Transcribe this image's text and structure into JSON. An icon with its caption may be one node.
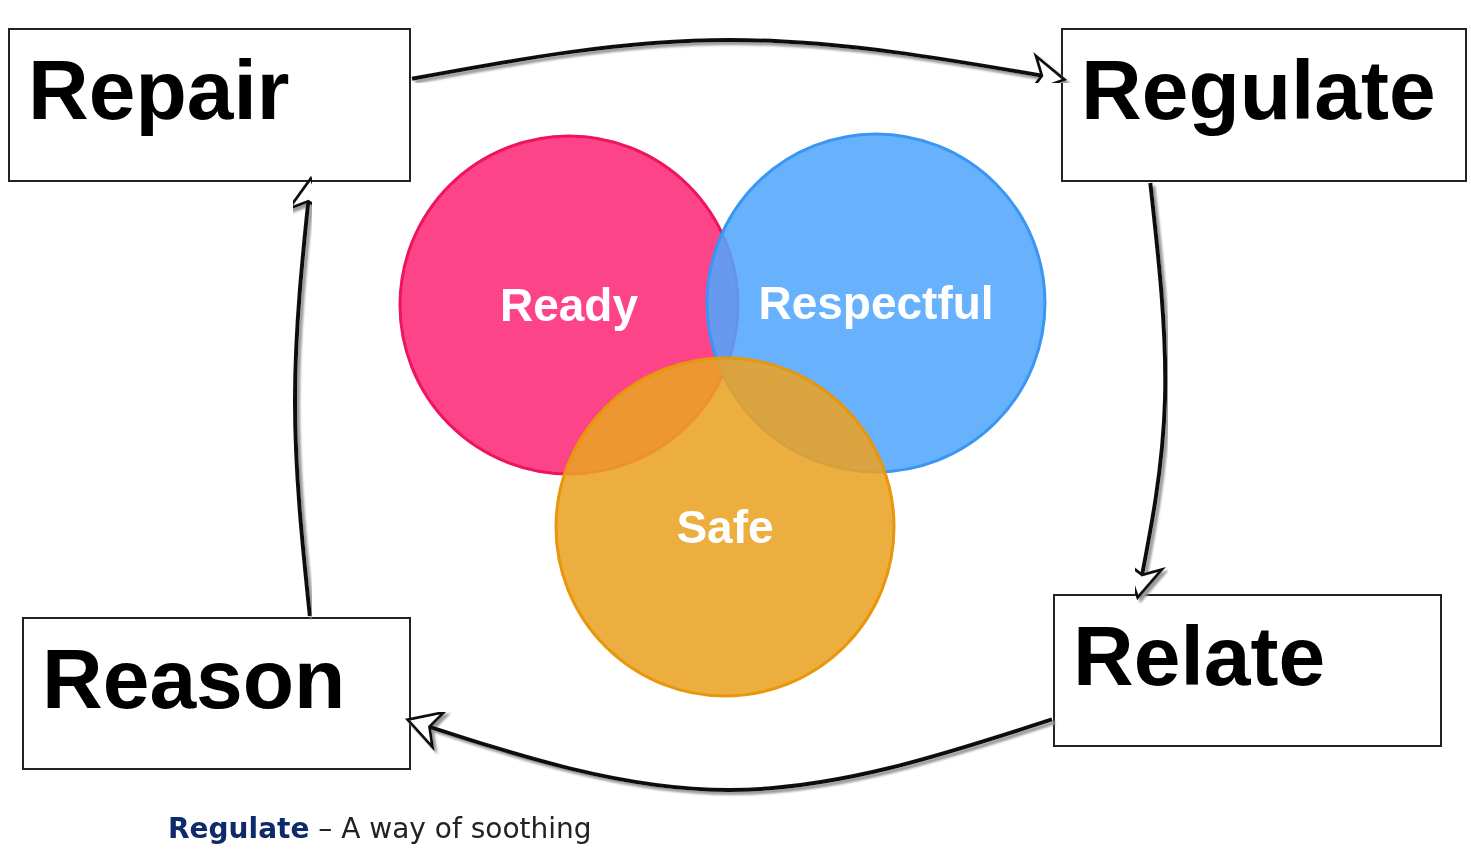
{
  "diagram": {
    "nodes": [
      {
        "text": [
          "Repair"
        ]
      },
      {
        "text": [
          "Regulate"
        ]
      },
      {
        "text": [
          "Reason"
        ]
      },
      {
        "text": [
          "Relate"
        ]
      },
      {
        "text": [
          "Ready"
        ]
      },
      {
        "text": [
          "Respectful"
        ]
      },
      {
        "text": [
          "Safe"
        ]
      }
    ],
    "edges": [
      {
        "from": 0,
        "to": 1,
        "arrow": "to"
      },
      {
        "from": 1,
        "to": 3,
        "arrow": "to"
      },
      {
        "from": 3,
        "to": 2,
        "arrow": "to"
      },
      {
        "from": 2,
        "to": 0,
        "arrow": "to"
      }
    ],
    "labels": [
      "**Regulate** – A way of soothing"
    ]
  }
}
